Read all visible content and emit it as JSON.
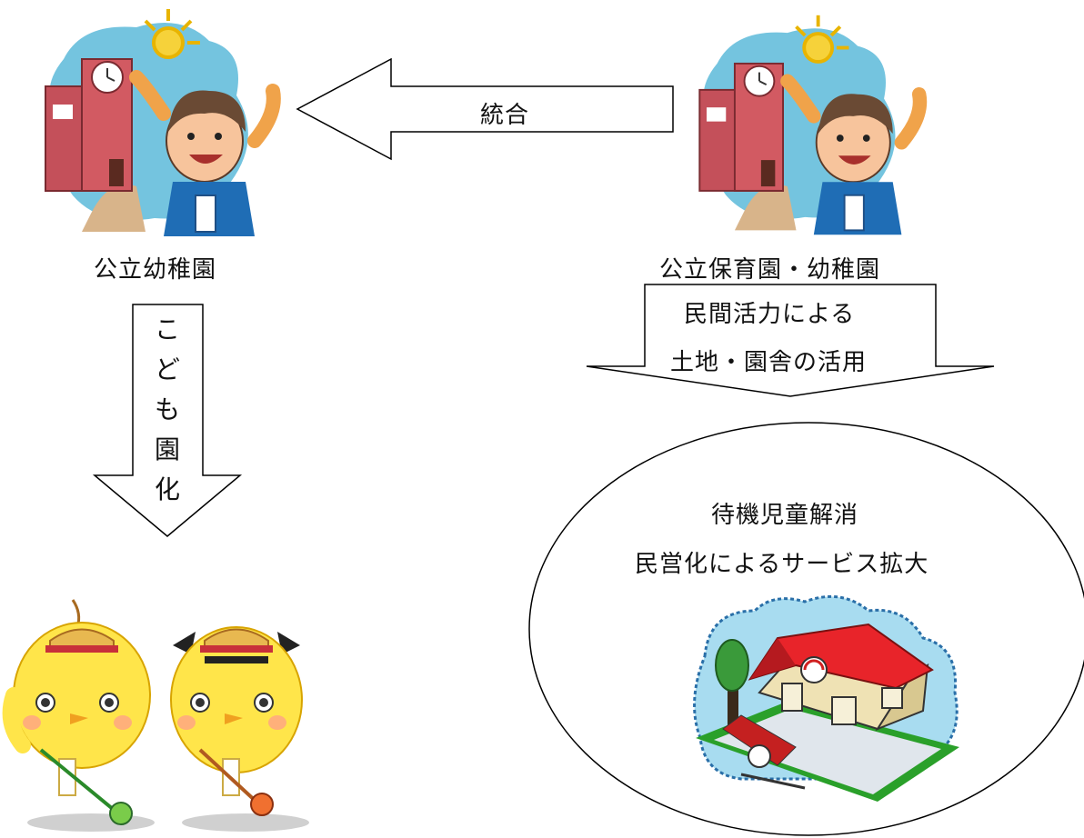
{
  "left_node": {
    "label": "公立幼稚園"
  },
  "right_node": {
    "label": "公立保育園・幼稚園"
  },
  "merge_arrow": {
    "label": "統合"
  },
  "down_arrow_right": {
    "line1": "民間活力による",
    "line2": "土地・園舎の活用"
  },
  "down_arrow_left": {
    "chars": [
      "こ",
      "ど",
      "も",
      "園",
      "化"
    ]
  },
  "result_ellipse": {
    "line1": "待機児童解消",
    "line2": "民営化によるサービス拡大"
  },
  "colors": {
    "stroke": "#000000",
    "sky": "#74c4df",
    "roof": "#e8242a",
    "chick": "#ffe54a"
  }
}
